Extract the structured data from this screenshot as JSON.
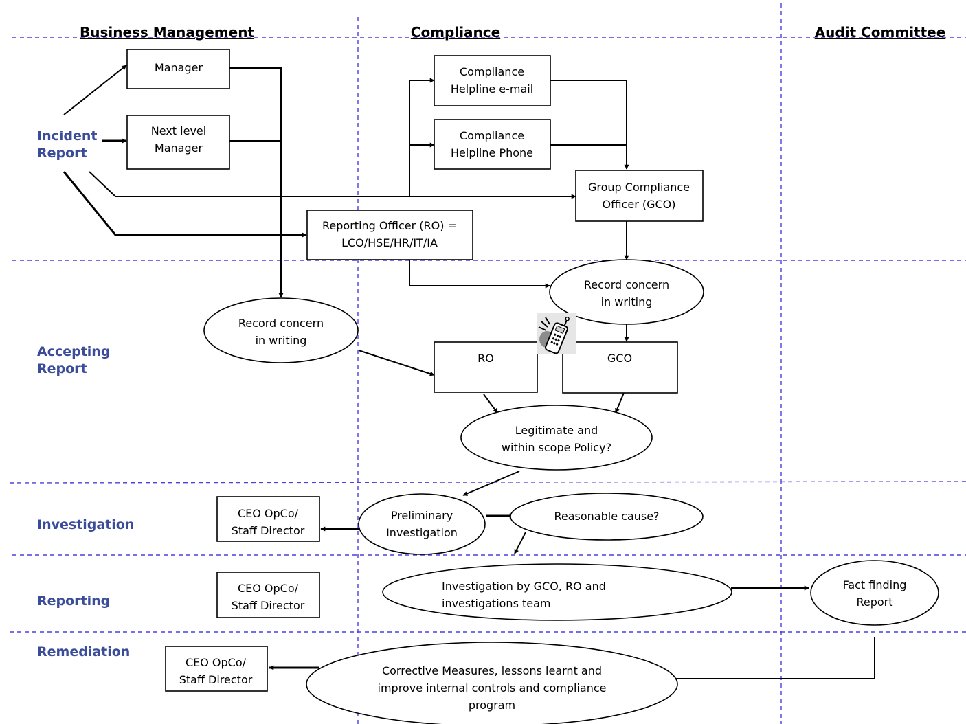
{
  "columns": {
    "business_management": "Business Management",
    "compliance": "Compliance",
    "audit_committee": "Audit Committee"
  },
  "rows": {
    "incident_report": [
      "Incident",
      "Report"
    ],
    "accepting_report": [
      "Accepting",
      "Report"
    ],
    "investigation": [
      "Investigation"
    ],
    "reporting": [
      "Reporting"
    ],
    "remediation": [
      "Remediation"
    ]
  },
  "nodes": {
    "manager": [
      "Manager"
    ],
    "next_level_manager": [
      "Next level",
      "Manager"
    ],
    "compliance_helpline_email": [
      "Compliance",
      "Helpline e-mail"
    ],
    "compliance_helpline_phone": [
      "Compliance",
      "Helpline Phone"
    ],
    "group_compliance_officer": [
      "Group Compliance",
      "Officer (GCO)"
    ],
    "reporting_officer": [
      "Reporting Officer (RO) =",
      "LCO/HSE/HR/IT/IA"
    ],
    "record_concern_compliance": [
      "Record concern",
      "in writing"
    ],
    "record_concern_business": [
      "Record concern",
      "in writing"
    ],
    "ro": [
      "RO"
    ],
    "gco": [
      "GCO"
    ],
    "legitimate_scope": [
      "Legitimate and",
      "within scope Policy?"
    ],
    "ceo_investigation": [
      "CEO OpCo/",
      "Staff Director"
    ],
    "preliminary_investigation": [
      "Preliminary",
      "Investigation"
    ],
    "reasonable_cause": [
      "Reasonable cause?"
    ],
    "ceo_reporting": [
      "CEO OpCo/",
      "Staff Director"
    ],
    "investigation_team": [
      "Investigation by GCO, RO and",
      "investigations team"
    ],
    "fact_finding_report": [
      "Fact finding",
      "Report"
    ],
    "ceo_remediation": [
      "CEO OpCo/",
      "Staff Director"
    ],
    "corrective_measures": [
      "Corrective Measures, lessons learnt and",
      "improve internal controls and compliance",
      "program"
    ]
  },
  "icons": {
    "phone": "mobile-phone-icon"
  },
  "colors": {
    "lane_lines": "#4b3fe0",
    "row_labels": "#3a4c9a"
  }
}
